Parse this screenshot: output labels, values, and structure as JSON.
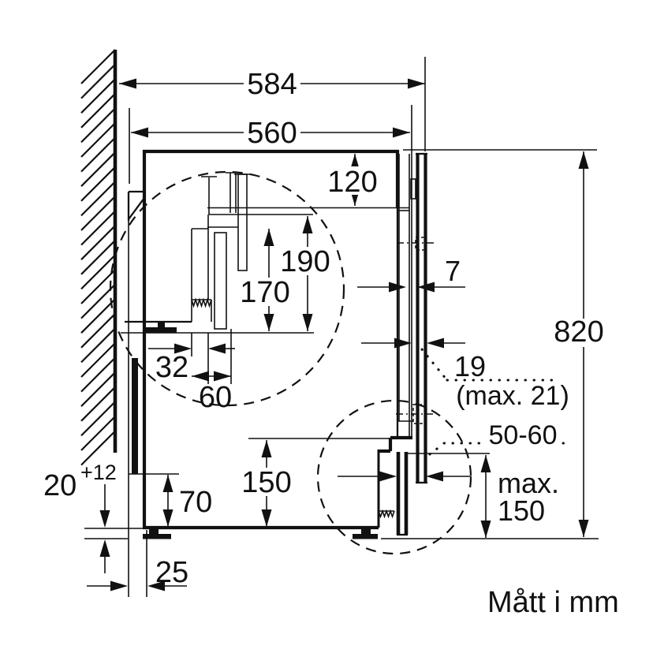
{
  "caption": "Mått i mm",
  "colors": {
    "ink": "#111111",
    "background": "#ffffff"
  },
  "dims": {
    "total_depth": "584",
    "niche_depth": "560",
    "top_clearance": "120",
    "rear_hose_height_outer": "190",
    "rear_hose_height_inner": "170",
    "rear_hose_offset": "32",
    "rear_hose_spacing": "60",
    "door_gap": "7",
    "door_thickness": "19",
    "door_thickness_max": "(max. 21)",
    "plinth_recess_depth": "50-60",
    "plinth_max_label": "max.",
    "plinth_max_value": "150",
    "plinth_height": "150",
    "rear_outlet_height": "70",
    "floor_tolerance_base": "20",
    "floor_tolerance_plus": "+12",
    "rear_wall_gap": "25",
    "total_height": "820"
  }
}
